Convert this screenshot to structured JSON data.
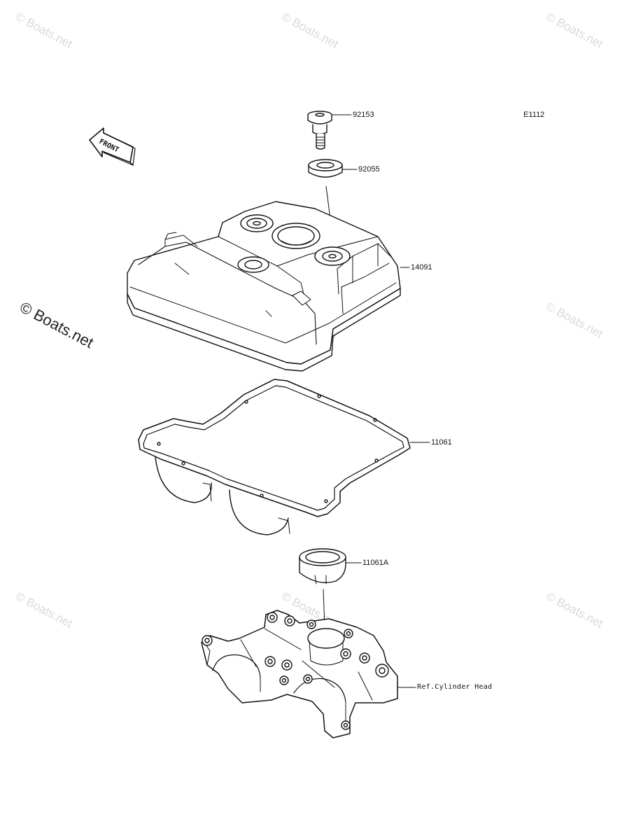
{
  "watermark": "© Boats.net",
  "diagram_code": "E1112",
  "front_label": "FRONT",
  "parts": [
    {
      "id": "bolt",
      "number": "92153"
    },
    {
      "id": "washer",
      "number": "92055"
    },
    {
      "id": "cover",
      "number": "14091"
    },
    {
      "id": "gasket",
      "number": "11061"
    },
    {
      "id": "plug-gasket",
      "number": "11061A"
    },
    {
      "id": "head",
      "number": "Ref.Cylinder Head"
    }
  ],
  "colors": {
    "line": "#111111",
    "fill": "#ffffff",
    "watermark": "#d9d9d9"
  }
}
